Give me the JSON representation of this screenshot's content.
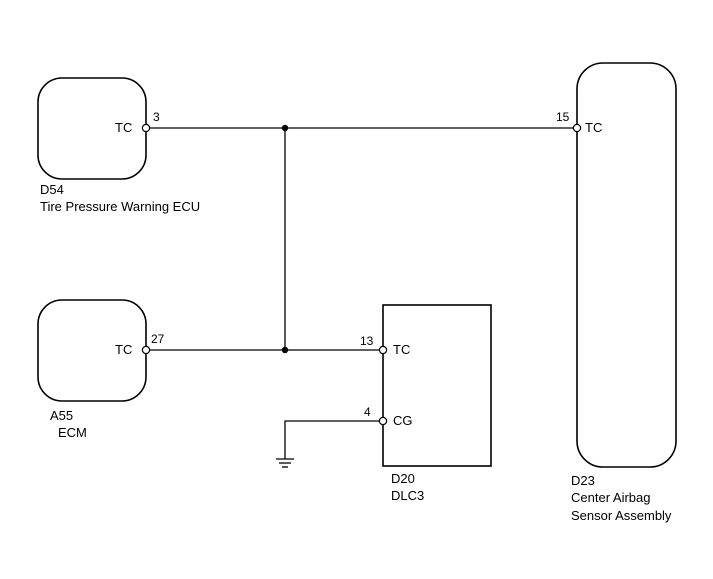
{
  "components": {
    "d54": {
      "code": "D54",
      "name": "Tire Pressure Warning ECU",
      "terminal": "TC",
      "pin": "3"
    },
    "a55": {
      "code": "A55",
      "name": "ECM",
      "terminal": "TC",
      "pin": "27"
    },
    "d20": {
      "code": "D20",
      "name": "DLC3",
      "terminal_tc": "TC",
      "pin_tc": "13",
      "terminal_cg": "CG",
      "pin_cg": "4"
    },
    "d23": {
      "code": "D23",
      "name_line1": "Center Airbag",
      "name_line2": "Sensor Assembly",
      "terminal": "TC",
      "pin": "15"
    }
  }
}
